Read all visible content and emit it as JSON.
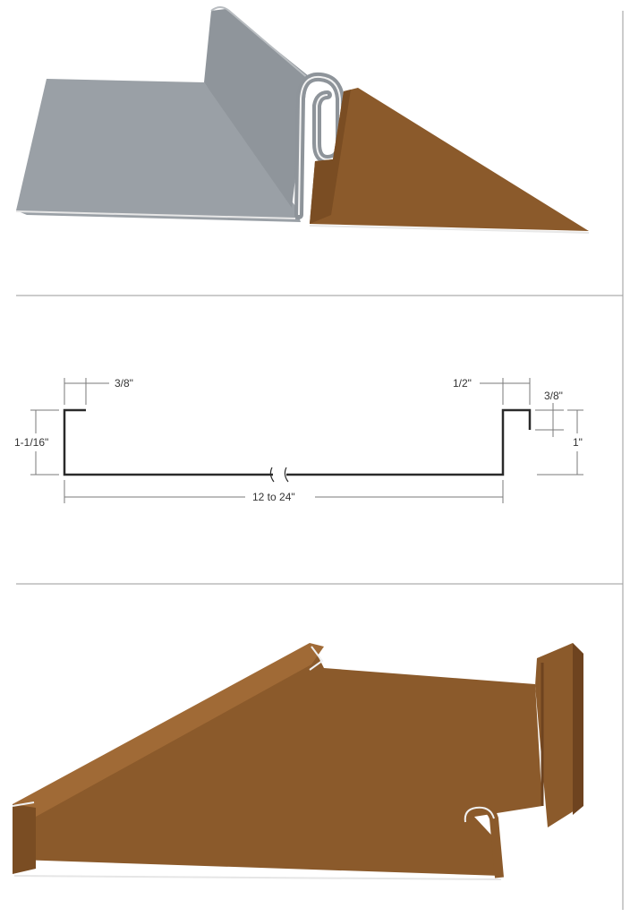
{
  "colors": {
    "panel_gray": "#9aa0a6",
    "panel_gray_dark": "#858b91",
    "panel_brown": "#8b5a2b",
    "panel_brown_light": "#a06a36",
    "panel_brown_dark": "#6e431f",
    "divider": "#9a9a9a",
    "profile_line": "#2a2a2a",
    "dimension_line": "#7a7a7a"
  },
  "profile_diagram": {
    "dimensions": {
      "left_hem_width": "3/8\"",
      "left_leg_height": "1-1/16\"",
      "right_top_width": "1/2\"",
      "right_hook": "3/8\"",
      "right_leg_height": "1\"",
      "panel_width": "12 to 24\""
    }
  }
}
